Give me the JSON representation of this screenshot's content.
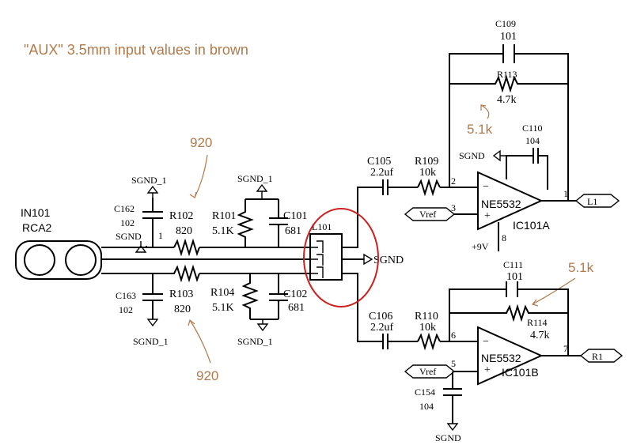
{
  "annotation": {
    "note": "\"AUX\" 3.5mm input values in brown",
    "r102_alt": "920",
    "r103_alt": "920",
    "r113_alt": "5.1k",
    "r114_alt": "5.1k",
    "color": "#b07a4a",
    "circle_color": "#cc1f1f"
  },
  "connector": {
    "ref": "IN101",
    "type": "RCA2",
    "pin": "1"
  },
  "sgnd": {
    "sgnd1_top_left": "SGND_1",
    "sgnd1_top_mid": "SGND_1",
    "sgnd1_bot_left": "SGND_1",
    "sgnd1_bot_mid": "SGND_1",
    "sgnd_conn": "SGND",
    "sgnd_l101": "SGND",
    "sgnd_opamp": "SGND",
    "sgnd_bottom": "SGND"
  },
  "components": {
    "c162": {
      "ref": "C162",
      "value": "102"
    },
    "c163": {
      "ref": "C163",
      "value": "102"
    },
    "r102": {
      "ref": "R102",
      "value": "820"
    },
    "r103": {
      "ref": "R103",
      "value": "820"
    },
    "r101": {
      "ref": "R101",
      "value": "5.1K"
    },
    "r104": {
      "ref": "R104",
      "value": "5.1K"
    },
    "c101": {
      "ref": "C101",
      "value": "681"
    },
    "c102": {
      "ref": "C102",
      "value": "681"
    },
    "l101": {
      "ref": "L101"
    },
    "c105": {
      "ref": "C105",
      "value": "2.2uf"
    },
    "c106": {
      "ref": "C106",
      "value": "2.2uf"
    },
    "r109": {
      "ref": "R109",
      "value": "10k"
    },
    "r110": {
      "ref": "R110",
      "value": "10k"
    },
    "c109": {
      "ref": "C109",
      "value": "101"
    },
    "r113": {
      "ref": "R113",
      "value": "4.7k"
    },
    "c110": {
      "ref": "C110",
      "value": "104"
    },
    "c111": {
      "ref": "C111",
      "value": "101"
    },
    "r114": {
      "ref": "R114",
      "value": "4.7k"
    },
    "c154": {
      "ref": "C154",
      "value": "104"
    }
  },
  "opamps": {
    "a": {
      "part": "NE5532",
      "ref": "IC101A",
      "minus": "−",
      "plus": "+",
      "pin_in": "2",
      "pin_ref": "3",
      "pin_out": "1"
    },
    "b": {
      "part": "NE5532",
      "ref": "IC101B",
      "minus": "−",
      "plus": "+",
      "pin_in": "6",
      "pin_ref": "5",
      "pin_out": "7"
    }
  },
  "nets": {
    "vref_a": "Vref",
    "vref_b": "Vref",
    "out_l": "L1",
    "out_r": "R1",
    "supply": "+9V",
    "supply_pin": "8"
  }
}
